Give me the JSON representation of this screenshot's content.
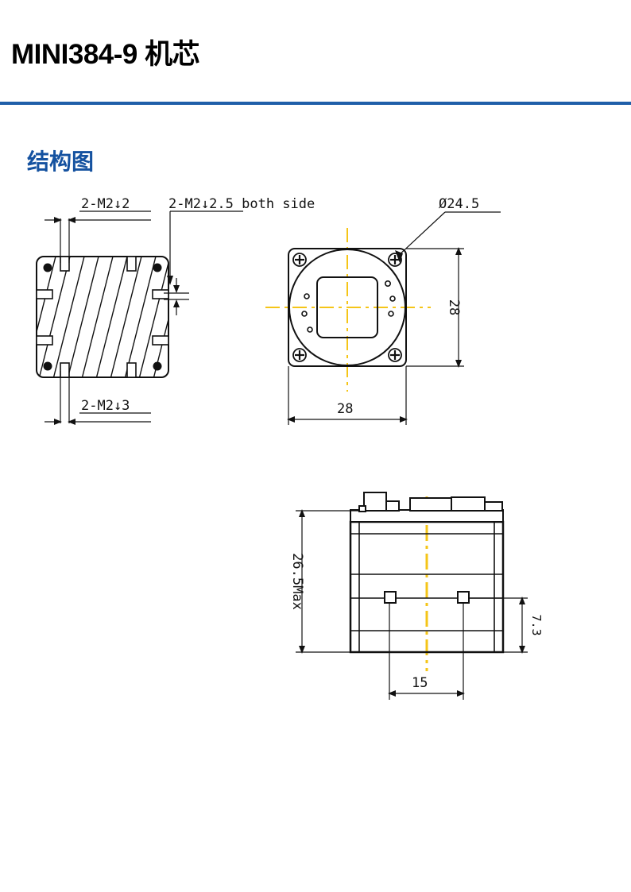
{
  "document": {
    "title": "MINI384-9 机芯",
    "section_heading": "结构图",
    "rule_color": "#1f5fa9",
    "heading_color": "#1552a0",
    "centerline_color": "#f5c518",
    "line_color": "#111111"
  },
  "drawings": {
    "left_view": {
      "name": "rear-heatsink-view",
      "labels": {
        "top": "2-M2↓2",
        "bottom": "2-M2↓3"
      }
    },
    "front_view": {
      "name": "front-lens-view",
      "labels": {
        "both_side": "2-M2↓2.5 both side",
        "diameter": "Ø24.5",
        "width": "28",
        "height": "28"
      }
    },
    "side_view": {
      "name": "side-profile-view",
      "labels": {
        "height_max": "26.5Max",
        "base_width": "15",
        "step_height": "7.3"
      }
    }
  }
}
